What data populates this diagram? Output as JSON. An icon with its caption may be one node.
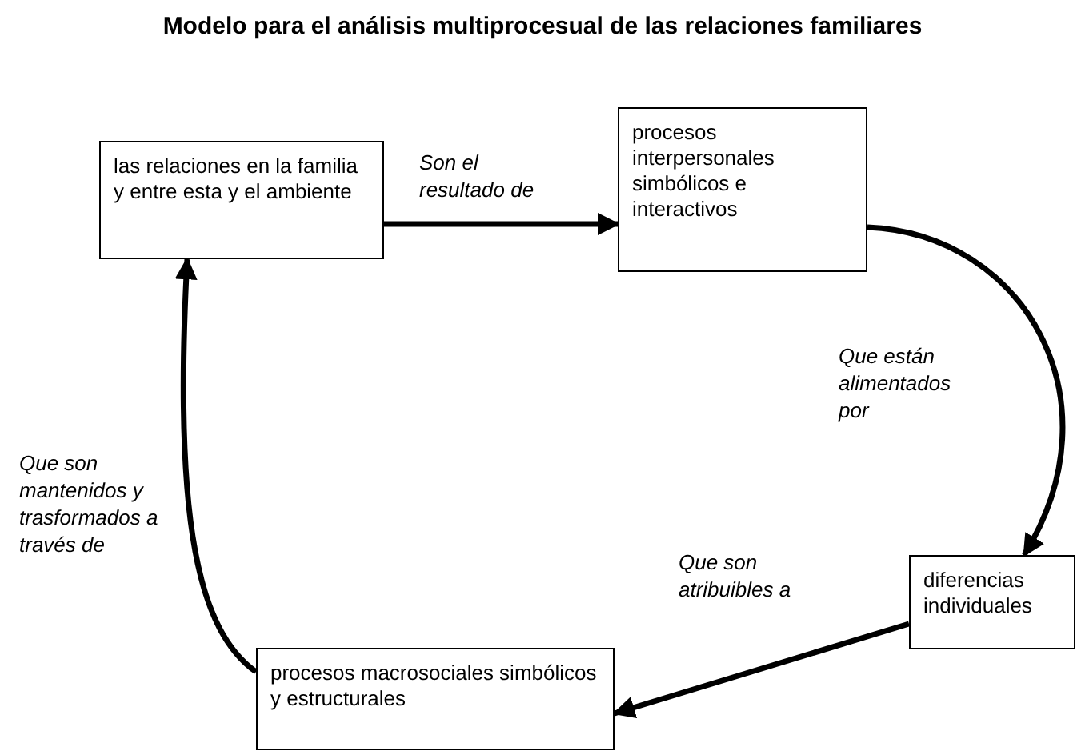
{
  "diagram": {
    "title": "Modelo para el análisis multiprocesual de las relaciones familiares",
    "nodes": [
      {
        "text": [
          "las relaciones en la familia y entre esta y el ambiente"
        ]
      },
      {
        "text": [
          "procesos interpersonales simbólicos e interactivos"
        ]
      },
      {
        "text": [
          "diferencias individuales"
        ]
      },
      {
        "text": [
          "procesos macrosociales simbólicos y estructurales"
        ]
      }
    ],
    "edges": [
      {
        "from": 0,
        "to": 1,
        "arrow": "to",
        "label": "Son el resultado de"
      },
      {
        "from": 1,
        "to": 2,
        "arrow": "to",
        "label": "Que están alimentados por"
      },
      {
        "from": 2,
        "to": 3,
        "arrow": "to",
        "label": "Que son atribuibles a"
      },
      {
        "from": 3,
        "to": 0,
        "arrow": "to",
        "label": "Que son mantenidos y trasformados a través de"
      }
    ]
  }
}
